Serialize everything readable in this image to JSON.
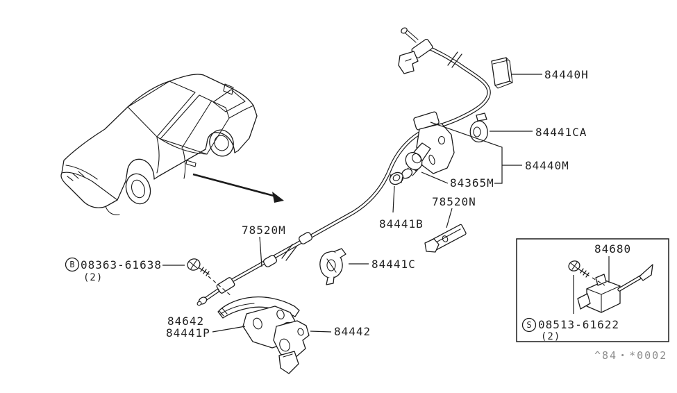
{
  "labels": {
    "pad_84440H": "84440H",
    "clip_84441CA": "84441CA",
    "opener_assy_84440M": "84440M",
    "lock_cylinder_84365M": "84365M",
    "striker_78520N": "78520N",
    "grommet_84441B": "84441B",
    "cable_78520M": "78520M",
    "clip_84441C": "84441C",
    "lever_84642": "84642",
    "protector_84441P": "84441P",
    "bracket_84442": "84442",
    "actuator_84680": "84680"
  },
  "fasteners": {
    "bolt": {
      "prefix_symbol": "B",
      "part_number": "08363-61638",
      "quantity": "(2)"
    },
    "screw": {
      "prefix_symbol": "S",
      "part_number": "08513-61622",
      "quantity": "(2)"
    }
  },
  "footer": {
    "sheet_code": "^84・*0002"
  }
}
